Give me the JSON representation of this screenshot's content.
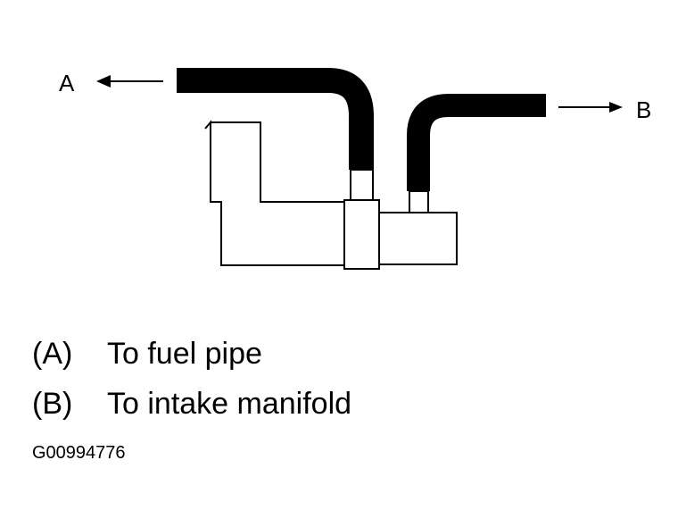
{
  "labels": {
    "port_a": "A",
    "port_b": "B"
  },
  "legend": [
    {
      "key": "(A)",
      "text": "To fuel pipe"
    },
    {
      "key": "(B)",
      "text": "To intake manifold"
    }
  ],
  "figure_id": "G00994776",
  "colors": {
    "ink": "#000000",
    "paper": "#ffffff"
  }
}
